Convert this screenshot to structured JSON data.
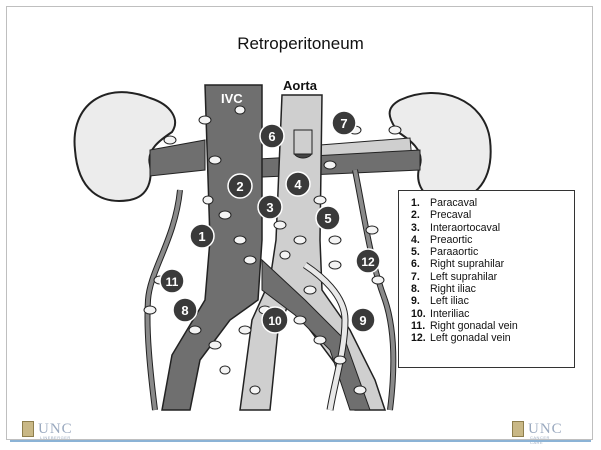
{
  "slide": {
    "title": "Retroperitoneum"
  },
  "diagram": {
    "vessel_labels": {
      "ivc": "IVC",
      "aorta": "Aorta"
    },
    "markers": [
      "1",
      "2",
      "3",
      "4",
      "5",
      "6",
      "7",
      "8",
      "9",
      "10",
      "11",
      "12"
    ]
  },
  "legend": [
    {
      "num": "1.",
      "label": "Paracaval"
    },
    {
      "num": "2.",
      "label": "Precaval"
    },
    {
      "num": "3.",
      "label": "Interaortocaval"
    },
    {
      "num": "4.",
      "label": "Preaortic"
    },
    {
      "num": "5.",
      "label": "Paraaortic"
    },
    {
      "num": "6.",
      "label": "Right suprahilar"
    },
    {
      "num": "7.",
      "label": "Left suprahilar"
    },
    {
      "num": "8.",
      "label": "Right iliac"
    },
    {
      "num": "9.",
      "label": "Left iliac"
    },
    {
      "num": "10.",
      "label": "Interiliac"
    },
    {
      "num": "11.",
      "label": "Right gonadal vein"
    },
    {
      "num": "12.",
      "label": "Left gonadal vein"
    }
  ],
  "footer": {
    "left_logo": "UNC",
    "left_logo_sub": "LINEBERGER",
    "right_logo": "UNC",
    "right_logo_sub": "CANCER CARE"
  },
  "colors": {
    "vessel_dark": "#6f6f6f",
    "vessel_light": "#cfcfcf",
    "node_fill": "#f4f4f4",
    "marker_fill": "#3a3a3a",
    "logo_text": "#9aa9bf",
    "footer_line": "#8bb3d6"
  }
}
